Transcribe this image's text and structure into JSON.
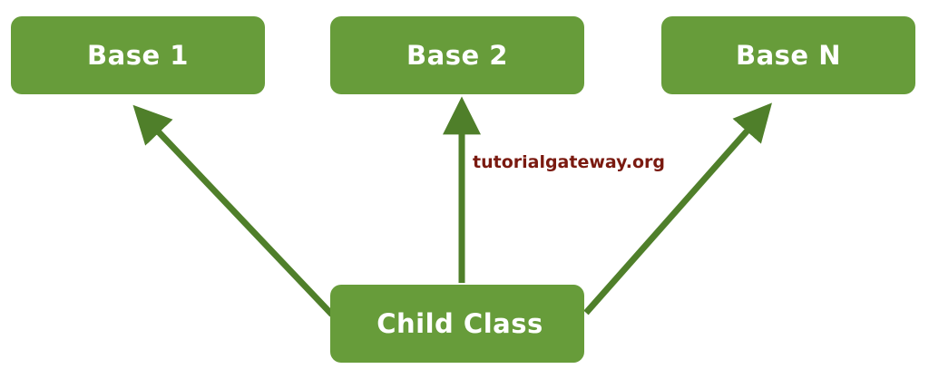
{
  "diagram": {
    "nodes": {
      "base1": "Base 1",
      "base2": "Base 2",
      "baseN": "Base N",
      "child": "Child Class"
    },
    "edges": [
      {
        "from": "child",
        "to": "base1"
      },
      {
        "from": "child",
        "to": "base2"
      },
      {
        "from": "child",
        "to": "baseN"
      }
    ],
    "watermark": "tutorialgateway.org",
    "colors": {
      "box_fill": "#679c3a",
      "arrow": "#4f7f2a",
      "box_text": "#ffffff",
      "watermark": "#7a1a10"
    }
  }
}
